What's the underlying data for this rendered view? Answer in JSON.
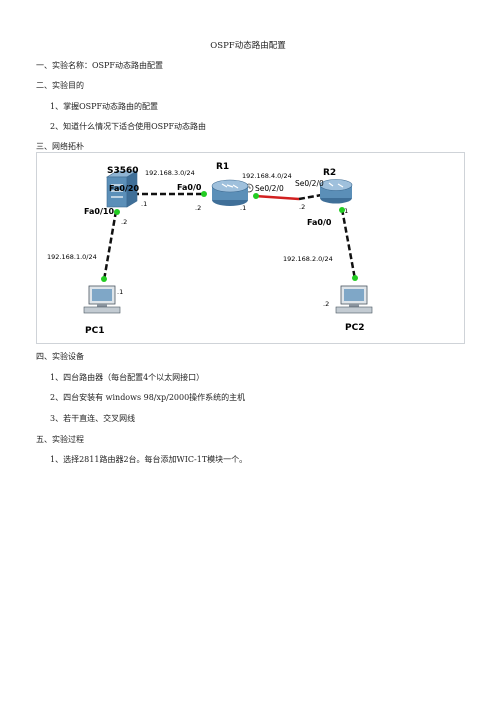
{
  "doc": {
    "title": "OSPF动态路由配置",
    "sections": [
      "一、实验名称：OSPF动态路由配置",
      "二、实验目的",
      "1、掌握OSPF动态路由的配置",
      "2、知道什么情况下适合使用OSPF动态路由",
      "三、网络拓朴",
      "四、实验设备",
      "1、四台路由器（每台配置4个以太网接口）",
      "2、四台安装有 windows 98/xp/2000操作系统的主机",
      "3、若干直连、交叉网线",
      "五、实验过程",
      "1、选择2811路由器2台。每台添加WIC-1T模块一个。"
    ]
  },
  "topology": {
    "devices": {
      "switch": "S3560",
      "router1": "R1",
      "router2": "R2",
      "pc1": "PC1",
      "pc2": "PC2"
    },
    "ports": {
      "sw_fa0_20": "Fa0/20",
      "sw_fa0_10": "Fa0/10",
      "r1_fa0_0": "Fa0/0",
      "r1_se0_2_0": "Se0/2/0",
      "r2_se0_2_0": "Se0/2/0",
      "r2_fa0_0": "Fa0/0"
    },
    "networks": {
      "net3": "192.168.3.0/24",
      "net4": "192.168.4.0/24",
      "net1": "192.168.1.0/24",
      "net2": "192.168.2.0/24"
    },
    "host_ids": {
      "sw_fa0_20": ".1",
      "r1_fa0_0": ".2",
      "r1_se": ".1",
      "r2_se": ".2",
      "r2_fa": ".1",
      "sw_fa0_10": ".2",
      "pc1": ".1",
      "pc2": ".2"
    },
    "colors": {
      "ethernet_link": "#111111",
      "serial_link": "#d22020",
      "link_up_dot": "#22cc22",
      "device_blue": "#5b8fb8"
    }
  }
}
